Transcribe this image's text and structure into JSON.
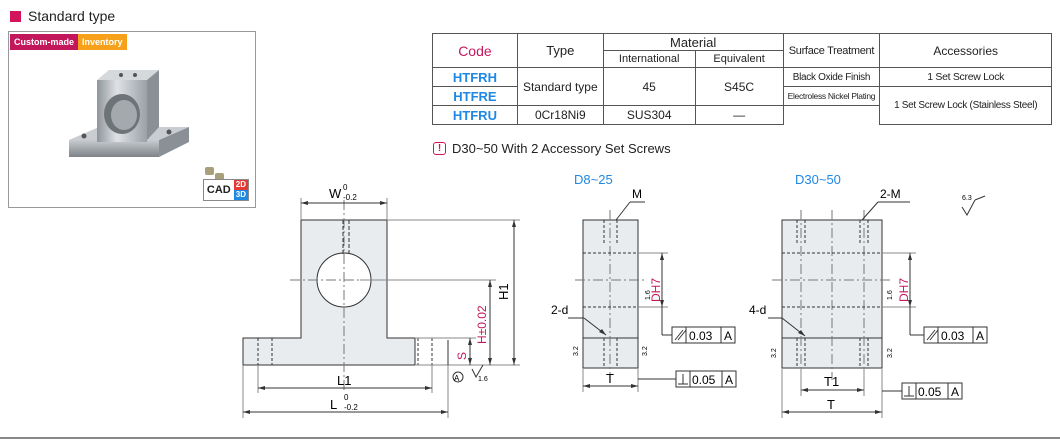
{
  "header": {
    "title": "Standard type",
    "accent": "#d4145a"
  },
  "badges": {
    "custom": "Custom-made",
    "inventory": "Inventory"
  },
  "cad": {
    "label": "CAD",
    "d2": "2D",
    "d3": "3D"
  },
  "table": {
    "headers": {
      "code": "Code",
      "type": "Type",
      "material": "Material",
      "international": "International",
      "equivalent": "Equivalent",
      "surface": "Surface Treatment",
      "accessories": "Accessories"
    },
    "rows": [
      {
        "code": "HTFRH",
        "surface": "Black Oxide Finish",
        "accessories": "1 Set Screw Lock"
      },
      {
        "code": "HTFRE",
        "surface": "Electroless Nickel Plating",
        "accessories": "1 Set Screw Lock (Stainless Steel)"
      },
      {
        "code": "HTFRU",
        "surface": "—"
      }
    ],
    "type_value": "Standard type",
    "material_1": {
      "international": "45",
      "equivalent": "S45C"
    },
    "material_2": {
      "international": "0Cr18Ni9",
      "equivalent": "SUS304"
    }
  },
  "note": {
    "icon": "!",
    "text": "D30~50 With 2 Accessory Set Screws"
  },
  "drawing_front": {
    "w": "W",
    "w_tol": "0",
    "w_tol2": "-0.2",
    "h": "H±0.02",
    "h1": "H1",
    "s": "S",
    "l": "L",
    "l_tol": "0",
    "l_tol2": "-0.2",
    "l1": "L1",
    "datum": "A",
    "rough": "1.6"
  },
  "drawing_d825": {
    "title": "D8~25",
    "m": "M",
    "d": "2-d",
    "dh7": "DH7",
    "rough": "1.6",
    "flat": "0.03",
    "flat_ref": "A",
    "t": "T",
    "perp": "0.05",
    "perp_ref": "A",
    "r32a": "3.2",
    "r32b": "3.2"
  },
  "drawing_d3050": {
    "title": "D30~50",
    "m": "2-M",
    "d": "4-d",
    "dh7": "DH7",
    "rough": "1.6",
    "flat": "0.03",
    "flat_ref": "A",
    "t1": "T1",
    "t": "T",
    "perp": "0.05",
    "perp_ref": "A",
    "r32a": "3.2",
    "r32b": "3.2",
    "surface_mark": "6.3"
  }
}
